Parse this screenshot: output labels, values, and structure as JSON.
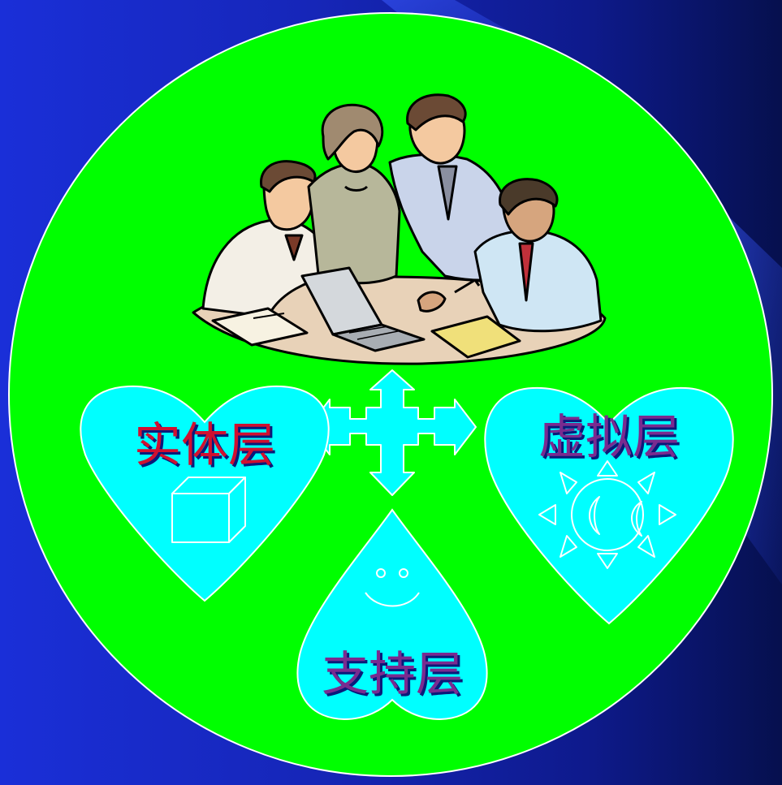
{
  "colors": {
    "background_left": "#1a2fd8",
    "background_right": "#06104e",
    "circle_fill": "#00ff00",
    "shape_fill": "#00ffff",
    "outline": "#ffffff",
    "label_red": "#d01030",
    "label_purple": "#7a2b8f",
    "label_shadow": "#0a1a7a"
  },
  "hub": {
    "image": "business-team-clipart",
    "arrows": "four-way-arrow"
  },
  "nodes": {
    "entity": {
      "label": "实体层",
      "icon": "cube-icon"
    },
    "virtual": {
      "label": "虚拟层",
      "icon": "sun-moon-icon"
    },
    "support": {
      "label": "支持层",
      "icon": "smiley-face-icon"
    }
  }
}
